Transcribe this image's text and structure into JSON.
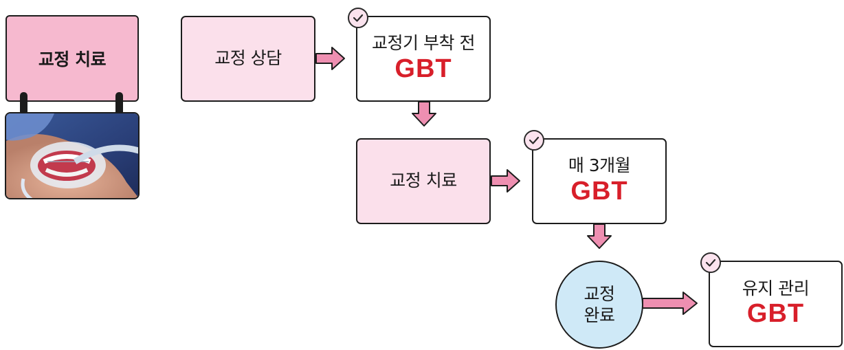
{
  "illustration": {
    "sign_label": "교정 치료",
    "photo_alt": "orthodontic treatment photo"
  },
  "flow": {
    "consult_label": "교정 상담",
    "pre_bracket_label": "교정기 부착 전",
    "treatment_label": "교정 치료",
    "every3_label": "매 3개월",
    "complete_line1": "교정",
    "complete_line2": "완료",
    "retention_label": "유지 관리",
    "gbt_label": "GBT"
  },
  "colors": {
    "pink_fill": "#fbe0eb",
    "sign_fill": "#f6b9cf",
    "arrow_fill": "#ee8fb1",
    "gbt_red": "#d81f2a",
    "circle_fill": "#cfe9f7"
  },
  "icons": [
    "check-circle-icon",
    "right-arrow-icon",
    "down-arrow-icon"
  ]
}
